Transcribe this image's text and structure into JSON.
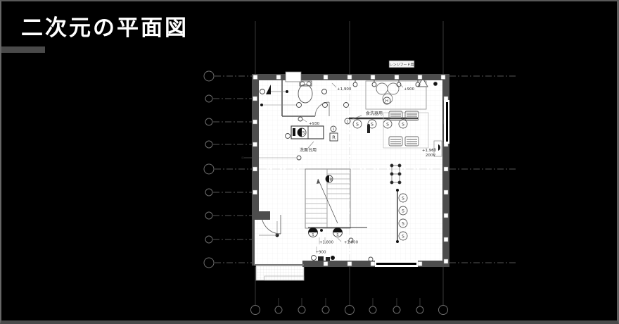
{
  "title": "二次元の平面図",
  "plan": {
    "labels": {
      "range_hood": "レンジフード用",
      "dishwasher": "食洗器用",
      "washbasin": "洗面台用",
      "height_1900": "+1,900",
      "height_900_top": "+900",
      "height_930": "+930",
      "height_1960": "+1,960",
      "voltage_200v": "200V",
      "height_1800_a": "+1,800",
      "height_1800_b": "+1,800",
      "height_900_bottom": "+900"
    },
    "symbols": {
      "s": "S",
      "h": "H",
      "b": "B",
      "r": "R",
      "one": "1"
    }
  }
}
